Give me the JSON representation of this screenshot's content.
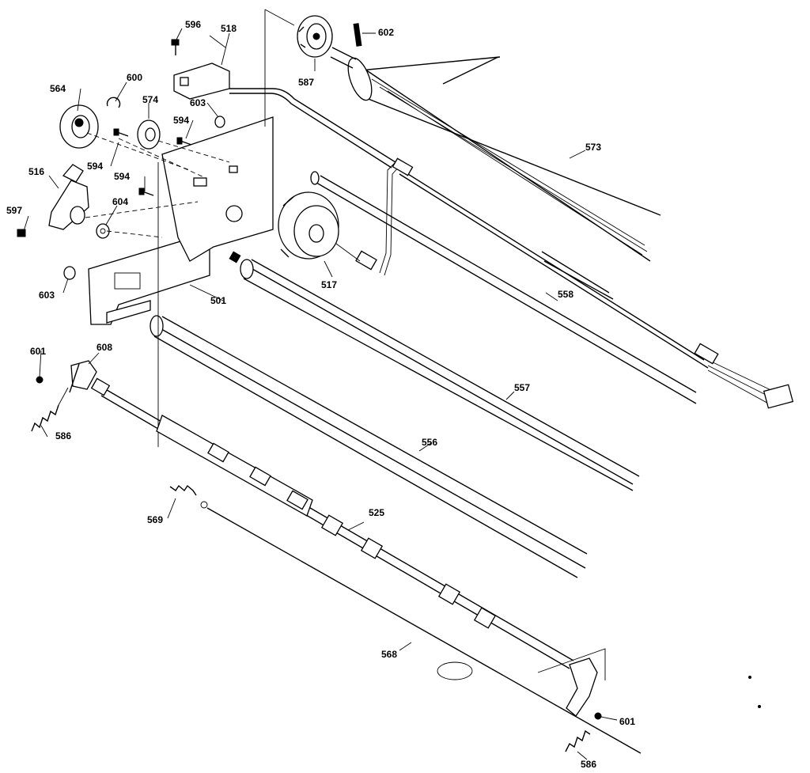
{
  "part_labels": [
    {
      "id": "596",
      "text": "596"
    },
    {
      "id": "518",
      "text": "518"
    },
    {
      "id": "602",
      "text": "602"
    },
    {
      "id": "587",
      "text": "587"
    },
    {
      "id": "564",
      "text": "564"
    },
    {
      "id": "600",
      "text": "600"
    },
    {
      "id": "574",
      "text": "574"
    },
    {
      "id": "603a",
      "text": "603"
    },
    {
      "id": "594a",
      "text": "594"
    },
    {
      "id": "594b",
      "text": "594"
    },
    {
      "id": "594c",
      "text": "594"
    },
    {
      "id": "573",
      "text": "573"
    },
    {
      "id": "516",
      "text": "516"
    },
    {
      "id": "597",
      "text": "597"
    },
    {
      "id": "604",
      "text": "604"
    },
    {
      "id": "603b",
      "text": "603"
    },
    {
      "id": "517",
      "text": "517"
    },
    {
      "id": "501",
      "text": "501"
    },
    {
      "id": "558",
      "text": "558"
    },
    {
      "id": "601a",
      "text": "601"
    },
    {
      "id": "608",
      "text": "608"
    },
    {
      "id": "557",
      "text": "557"
    },
    {
      "id": "586a",
      "text": "586"
    },
    {
      "id": "556",
      "text": "556"
    },
    {
      "id": "525",
      "text": "525"
    },
    {
      "id": "569",
      "text": "569"
    },
    {
      "id": "568",
      "text": "568"
    },
    {
      "id": "601b",
      "text": "601"
    },
    {
      "id": "586b",
      "text": "586"
    }
  ]
}
